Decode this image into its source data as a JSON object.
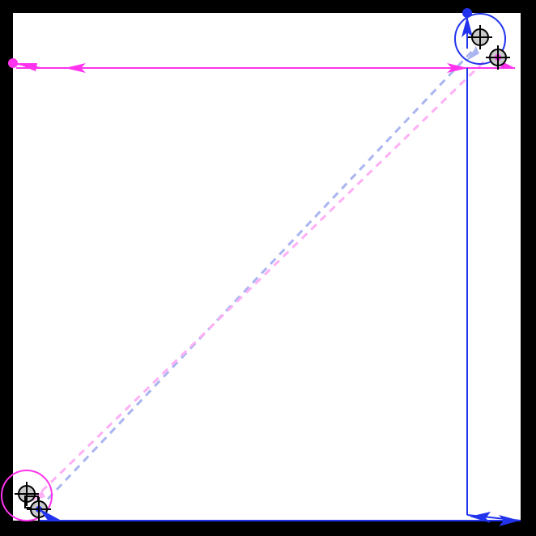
{
  "colors": {
    "frame": "#000000",
    "canvas": "#ffffff",
    "blue": "#2233ee",
    "magenta": "#ff33ee",
    "blue_faint": "#aab5f0",
    "magenta_faint": "#ffb0f5",
    "target_fill": "#c8c8c8",
    "crosshair": "#000000"
  },
  "icons": {
    "target": "crosshair-target-icon",
    "blue_handle": "blue-dot-handle-icon",
    "magenta_handle": "magenta-dot-handle-icon"
  },
  "tracks": [
    {
      "id": "blue",
      "color_key": "blue",
      "faint_key": "blue_faint"
    },
    {
      "id": "magenta",
      "color_key": "magenta",
      "faint_key": "magenta_faint"
    }
  ]
}
